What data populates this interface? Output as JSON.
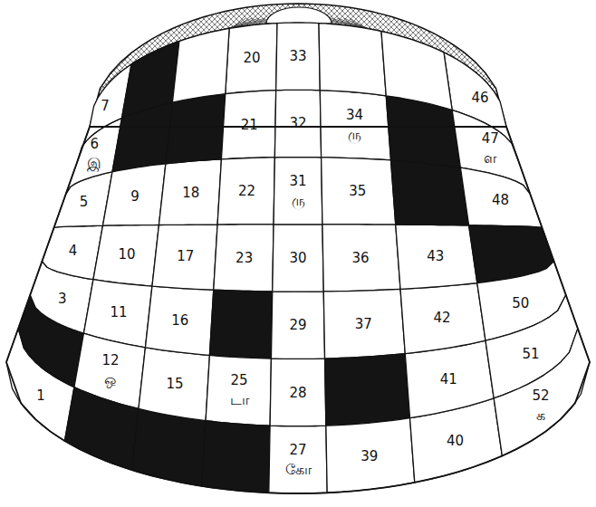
{
  "diagram": {
    "labels": [
      "1",
      "3",
      "4",
      "5",
      "6",
      "இ",
      "7",
      "9",
      "10",
      "11",
      "12",
      "ஒ",
      "15",
      "16",
      "17",
      "18",
      "20",
      "21",
      "22",
      "23",
      "25",
      "டா",
      "27",
      "கோ",
      "28",
      "29",
      "30",
      "31",
      "ரு",
      "32",
      "33",
      "34",
      "ரு",
      "35",
      "36",
      "37",
      "39",
      "40",
      "41",
      "42",
      "43",
      "46",
      "47",
      "ள",
      "48",
      "50",
      "51",
      "52",
      "க"
    ]
  }
}
